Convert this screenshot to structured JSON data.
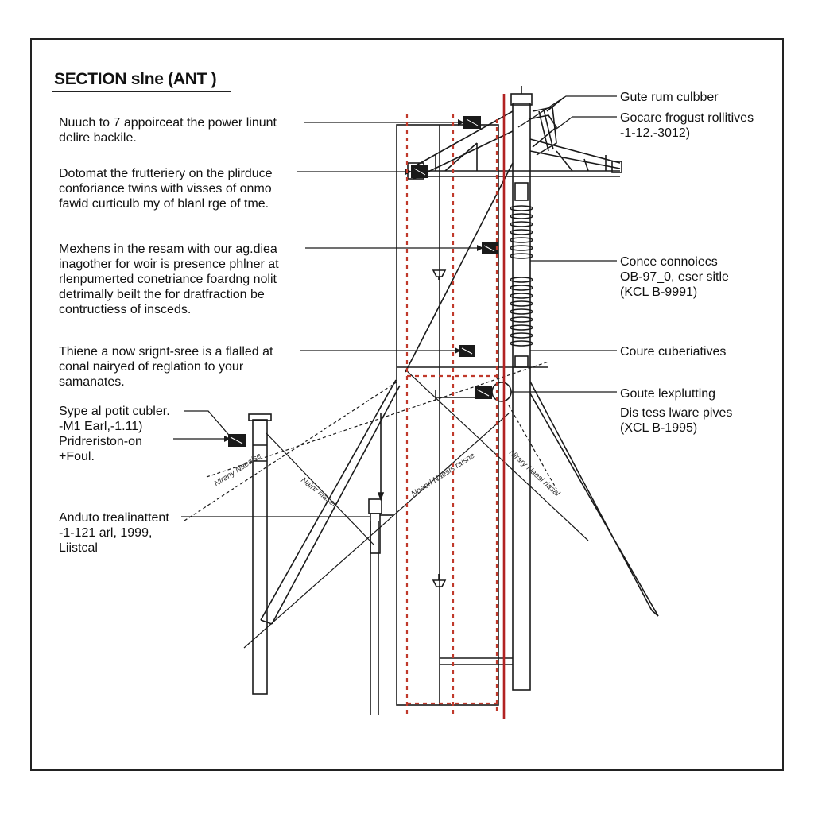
{
  "title": "SECTION slne (ANT  )",
  "left_notes": [
    {
      "lines": [
        "Nuuch to 7 appoirceat the power linunt",
        "delire backile."
      ]
    },
    {
      "lines": [
        "Dotomat the frutteriery on the plirduce",
        "conforiance twins with visses of onmo",
        "fawid curticulb my of blanl rge of tme."
      ]
    },
    {
      "lines": [
        "Mexhens in the resam with our ag.diea",
        "inagother for woir is presence phlner at",
        "rlenpumerted conetriance foardng nolit",
        "detrimally beilt the for dratfraction be",
        "contructiess of insceds."
      ]
    },
    {
      "lines": [
        "Thiene a now srignt-sree is a flalled at",
        "conal nairyed of reglation to your",
        "samanates."
      ]
    },
    {
      "lines": [
        "Sype al potit cubler.",
        "-M1 Earl,-1.11)",
        "Pridreriston-on",
        "+Foul."
      ]
    },
    {
      "lines": [
        "Anduto trealinattent",
        "-1-121 arl, 1999,",
        "Liistcal"
      ]
    }
  ],
  "right_notes": [
    {
      "lines": [
        "Gute rum culbber"
      ]
    },
    {
      "lines": [
        "Gocare frogust rollitives",
        "-1-12.-3012)"
      ]
    },
    {
      "lines": [
        "Conce connoiecs",
        "OB-97_0, eser sitle",
        "(KCL  B-9991)"
      ]
    },
    {
      "lines": [
        "Coure cuberiatives"
      ]
    },
    {
      "lines": [
        "Goute lexplutting"
      ]
    },
    {
      "lines": [
        "Dis tess lware pives",
        "(XCL  B-1995)"
      ]
    }
  ],
  "strut_labels": [
    "Nlrany Naeaise",
    "Nainr rilaser",
    "Noeorl Naesls raisne",
    "Nirary Naesl riasal"
  ],
  "colors": {
    "ink": "#1a1a1a",
    "red_dashed": "#c0392b",
    "red_solid": "#b22222"
  }
}
